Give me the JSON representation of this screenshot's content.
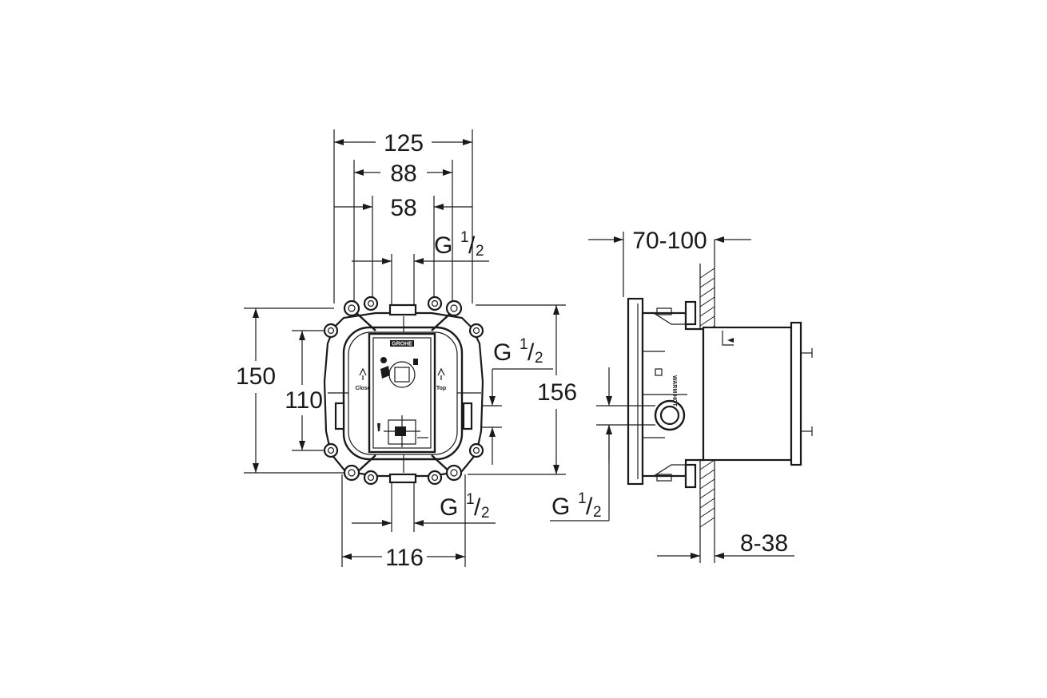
{
  "front_view": {
    "dim_width_total": "125",
    "dim_width_mid": "88",
    "dim_width_inner": "58",
    "dim_height_total": "150",
    "dim_height_inner": "110",
    "dim_height_side": "156",
    "dim_width_bottom": "116",
    "thread_top": {
      "base": "G",
      "num": "1",
      "den": "2"
    },
    "thread_side": {
      "base": "G",
      "num": "1",
      "den": "2"
    },
    "thread_bottom": {
      "base": "G",
      "num": "1",
      "den": "2"
    },
    "brand": "GROHE",
    "label_left": "Close",
    "label_right": "Top"
  },
  "side_view": {
    "dim_depth": "70-100",
    "dim_wall": "8-38",
    "thread": {
      "base": "G",
      "num": "1",
      "den": "2"
    },
    "mark": "WARM HOT"
  }
}
